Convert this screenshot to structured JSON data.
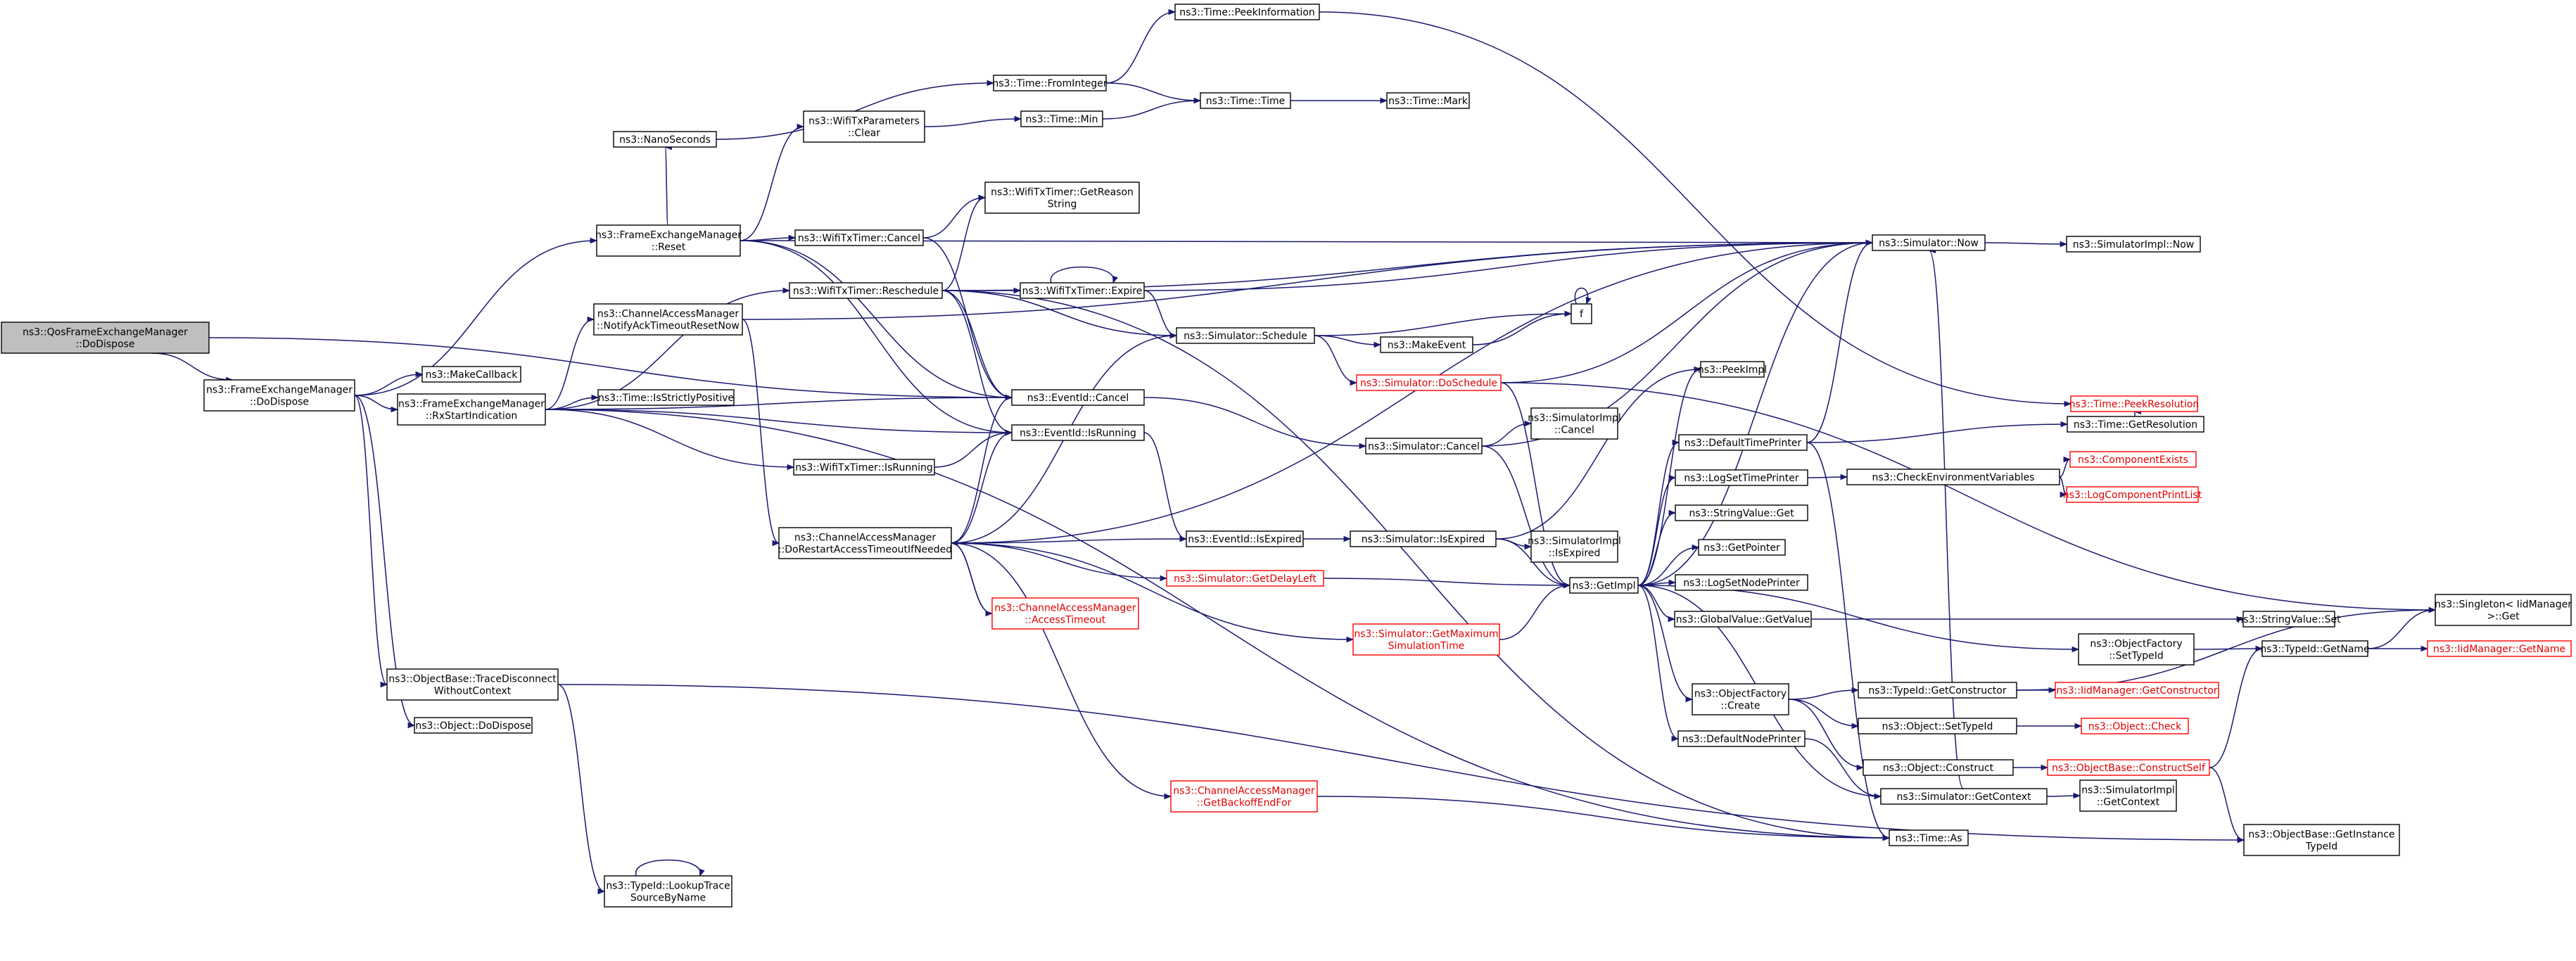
{
  "graph": {
    "colors": {
      "edge": "#191970",
      "root_fill": "#bfbfbf",
      "red_node": "#ff0000"
    },
    "nodes": [
      {
        "id": "n0",
        "lines": [
          "ns3::QosFrameExchangeManager",
          "::DoDispose"
        ],
        "root": true
      },
      {
        "id": "n1",
        "lines": [
          "ns3::FrameExchangeManager",
          "::DoDispose"
        ]
      },
      {
        "id": "n2",
        "lines": [
          "ns3::FrameExchangeManager",
          "::Reset"
        ]
      },
      {
        "id": "n3",
        "lines": [
          "ns3::MakeCallback"
        ]
      },
      {
        "id": "n4",
        "lines": [
          "ns3::FrameExchangeManager",
          "::RxStartIndication"
        ]
      },
      {
        "id": "n5",
        "lines": [
          "ns3::ObjectBase::TraceDisconnect",
          "WithoutContext"
        ]
      },
      {
        "id": "n6",
        "lines": [
          "ns3::Object::DoDispose"
        ]
      },
      {
        "id": "n7",
        "lines": [
          "ns3::NanoSeconds"
        ]
      },
      {
        "id": "n8",
        "lines": [
          "ns3::ChannelAccessManager",
          "::NotifyAckTimeoutResetNow"
        ]
      },
      {
        "id": "n9",
        "lines": [
          "ns3::Time::IsStrictlyPositive"
        ]
      },
      {
        "id": "n10",
        "lines": [
          "ns3::ChannelAccessManager",
          "::DoRestartAccessTimeoutIfNeeded"
        ]
      },
      {
        "id": "n11",
        "lines": [
          "ns3::TypeId::LookupTrace",
          "SourceByName"
        ]
      },
      {
        "id": "n12",
        "lines": [
          "ns3::WifiTxParameters",
          "::Clear"
        ]
      },
      {
        "id": "n13",
        "lines": [
          "ns3::WifiTxTimer::Cancel"
        ]
      },
      {
        "id": "n14",
        "lines": [
          "ns3::WifiTxTimer::Reschedule"
        ]
      },
      {
        "id": "n15",
        "lines": [
          "ns3::WifiTxTimer::IsRunning"
        ]
      },
      {
        "id": "n16",
        "lines": [
          "ns3::Time::PeekInformation"
        ]
      },
      {
        "id": "n17",
        "lines": [
          "ns3::Time::FromInteger"
        ]
      },
      {
        "id": "n18",
        "lines": [
          "ns3::Time::Min"
        ]
      },
      {
        "id": "n19",
        "lines": [
          "ns3::WifiTxTimer::GetReason",
          "String"
        ]
      },
      {
        "id": "n20",
        "lines": [
          "ns3::WifiTxTimer::Expire"
        ]
      },
      {
        "id": "n21",
        "lines": [
          "ns3::EventId::Cancel"
        ]
      },
      {
        "id": "n22",
        "lines": [
          "ns3::EventId::IsRunning"
        ]
      },
      {
        "id": "n23",
        "lines": [
          "ns3::ChannelAccessManager",
          "::AccessTimeout"
        ],
        "red": true
      },
      {
        "id": "n24",
        "lines": [
          "ns3::ChannelAccessManager",
          "::GetBackoffEndFor"
        ],
        "red": true
      },
      {
        "id": "n25",
        "lines": [
          "ns3::Time::Time"
        ]
      },
      {
        "id": "n26",
        "lines": [
          "ns3::Simulator::Schedule"
        ]
      },
      {
        "id": "n27",
        "lines": [
          "ns3::EventId::IsExpired"
        ]
      },
      {
        "id": "n28",
        "lines": [
          "ns3::Simulator::GetDelayLeft"
        ],
        "red": true
      },
      {
        "id": "n29",
        "lines": [
          "ns3::Time::Mark"
        ]
      },
      {
        "id": "n30",
        "lines": [
          "ns3::MakeEvent"
        ]
      },
      {
        "id": "n31",
        "lines": [
          "ns3::Simulator::DoSchedule"
        ],
        "red": true
      },
      {
        "id": "n32",
        "lines": [
          "ns3::Simulator::Cancel"
        ]
      },
      {
        "id": "n33",
        "lines": [
          "ns3::Simulator::IsExpired"
        ]
      },
      {
        "id": "n34",
        "lines": [
          "ns3::Simulator::GetMaximum",
          "SimulationTime"
        ],
        "red": true
      },
      {
        "id": "n35",
        "lines": [
          "f"
        ]
      },
      {
        "id": "n36",
        "lines": [
          "ns3::SimulatorImpl",
          "::Cancel"
        ]
      },
      {
        "id": "n37",
        "lines": [
          "ns3::SimulatorImpl",
          "::IsExpired"
        ]
      },
      {
        "id": "n38",
        "lines": [
          "ns3::GetImpl"
        ]
      },
      {
        "id": "n39",
        "lines": [
          "ns3::Simulator::Now"
        ]
      },
      {
        "id": "n40",
        "lines": [
          "ns3::PeekImpl"
        ]
      },
      {
        "id": "n41",
        "lines": [
          "ns3::DefaultTimePrinter"
        ]
      },
      {
        "id": "n42",
        "lines": [
          "ns3::LogSetTimePrinter"
        ]
      },
      {
        "id": "n43",
        "lines": [
          "ns3::StringValue::Get"
        ]
      },
      {
        "id": "n44",
        "lines": [
          "ns3::GetPointer"
        ]
      },
      {
        "id": "n45",
        "lines": [
          "ns3::LogSetNodePrinter"
        ]
      },
      {
        "id": "n46",
        "lines": [
          "ns3::GlobalValue::GetValue"
        ]
      },
      {
        "id": "n47",
        "lines": [
          "ns3::ObjectFactory",
          "::Create"
        ]
      },
      {
        "id": "n48",
        "lines": [
          "ns3::DefaultNodePrinter"
        ]
      },
      {
        "id": "n49",
        "lines": [
          "ns3::Simulator::GetContext"
        ]
      },
      {
        "id": "n50",
        "lines": [
          "ns3::Time::As"
        ]
      },
      {
        "id": "n51",
        "lines": [
          "ns3::SimulatorImpl::Now"
        ]
      },
      {
        "id": "n52",
        "lines": [
          "ns3::Time::GetResolution"
        ]
      },
      {
        "id": "n53",
        "lines": [
          "ns3::CheckEnvironmentVariables"
        ]
      },
      {
        "id": "n54",
        "lines": [
          "ns3::StringValue::Set"
        ]
      },
      {
        "id": "n55",
        "lines": [
          "ns3::ObjectFactory",
          "::SetTypeId"
        ]
      },
      {
        "id": "n56",
        "lines": [
          "ns3::TypeId::GetConstructor"
        ]
      },
      {
        "id": "n57",
        "lines": [
          "ns3::Object::SetTypeId"
        ]
      },
      {
        "id": "n58",
        "lines": [
          "ns3::Object::Construct"
        ]
      },
      {
        "id": "n59",
        "lines": [
          "ns3::SimulatorImpl",
          "::GetContext"
        ]
      },
      {
        "id": "n60",
        "lines": [
          "ns3::Time::PeekResolution"
        ],
        "red": true
      },
      {
        "id": "n61",
        "lines": [
          "ns3::ComponentExists"
        ],
        "red": true
      },
      {
        "id": "n62",
        "lines": [
          "ns3::LogComponentPrintList"
        ],
        "red": true
      },
      {
        "id": "n63",
        "lines": [
          "ns3::TypeId::GetName"
        ]
      },
      {
        "id": "n64",
        "lines": [
          "ns3::IidManager::GetConstructor"
        ],
        "red": true
      },
      {
        "id": "n65",
        "lines": [
          "ns3::Object::Check"
        ],
        "red": true
      },
      {
        "id": "n66",
        "lines": [
          "ns3::ObjectBase::ConstructSelf"
        ],
        "red": true
      },
      {
        "id": "n67",
        "lines": [
          "ns3::Singleton< IidManager",
          " >::Get"
        ]
      },
      {
        "id": "n68",
        "lines": [
          "ns3::IidManager::GetName"
        ],
        "red": true
      },
      {
        "id": "n69",
        "lines": [
          "ns3::ObjectBase::GetInstance",
          "TypeId"
        ]
      }
    ],
    "edges": [
      [
        "n0",
        "n1"
      ],
      [
        "n0",
        "n21"
      ],
      [
        "n1",
        "n2"
      ],
      [
        "n1",
        "n3"
      ],
      [
        "n1",
        "n4"
      ],
      [
        "n1",
        "n5"
      ],
      [
        "n1",
        "n6"
      ],
      [
        "n2",
        "n7"
      ],
      [
        "n2",
        "n12"
      ],
      [
        "n2",
        "n13"
      ],
      [
        "n2",
        "n39"
      ],
      [
        "n2",
        "n21"
      ],
      [
        "n2",
        "n22"
      ],
      [
        "n4",
        "n8"
      ],
      [
        "n4",
        "n9"
      ],
      [
        "n4",
        "n14"
      ],
      [
        "n4",
        "n15"
      ],
      [
        "n4",
        "n21"
      ],
      [
        "n4",
        "n22"
      ],
      [
        "n4",
        "n50"
      ],
      [
        "n5",
        "n11"
      ],
      [
        "n5",
        "n69"
      ],
      [
        "n11",
        "n11"
      ],
      [
        "n7",
        "n17"
      ],
      [
        "n8",
        "n10"
      ],
      [
        "n8",
        "n39"
      ],
      [
        "n10",
        "n21"
      ],
      [
        "n10",
        "n22"
      ],
      [
        "n10",
        "n23"
      ],
      [
        "n10",
        "n24"
      ],
      [
        "n10",
        "n26"
      ],
      [
        "n10",
        "n27"
      ],
      [
        "n10",
        "n28"
      ],
      [
        "n10",
        "n34"
      ],
      [
        "n10",
        "n39"
      ],
      [
        "n23",
        "n10"
      ],
      [
        "n12",
        "n18"
      ],
      [
        "n13",
        "n19"
      ],
      [
        "n13",
        "n21"
      ],
      [
        "n14",
        "n19"
      ],
      [
        "n14",
        "n20"
      ],
      [
        "n14",
        "n21"
      ],
      [
        "n14",
        "n22"
      ],
      [
        "n14",
        "n26"
      ],
      [
        "n14",
        "n39"
      ],
      [
        "n14",
        "n50"
      ],
      [
        "n15",
        "n22"
      ],
      [
        "n17",
        "n16"
      ],
      [
        "n17",
        "n25"
      ],
      [
        "n18",
        "n25"
      ],
      [
        "n25",
        "n29"
      ],
      [
        "n16",
        "n60"
      ],
      [
        "n20",
        "n20"
      ],
      [
        "n20",
        "n26"
      ],
      [
        "n20",
        "n39"
      ],
      [
        "n21",
        "n32"
      ],
      [
        "n22",
        "n27"
      ],
      [
        "n27",
        "n33"
      ],
      [
        "n26",
        "n30"
      ],
      [
        "n26",
        "n31"
      ],
      [
        "n26",
        "n35"
      ],
      [
        "n30",
        "n35"
      ],
      [
        "n35",
        "n35"
      ],
      [
        "n31",
        "n38"
      ],
      [
        "n31",
        "n39"
      ],
      [
        "n31",
        "n67"
      ],
      [
        "n32",
        "n36"
      ],
      [
        "n32",
        "n38"
      ],
      [
        "n32",
        "n39"
      ],
      [
        "n33",
        "n37"
      ],
      [
        "n33",
        "n38"
      ],
      [
        "n33",
        "n40"
      ],
      [
        "n28",
        "n38"
      ],
      [
        "n34",
        "n38"
      ],
      [
        "n24",
        "n50"
      ],
      [
        "n38",
        "n39"
      ],
      [
        "n38",
        "n40"
      ],
      [
        "n38",
        "n41"
      ],
      [
        "n38",
        "n42"
      ],
      [
        "n38",
        "n43"
      ],
      [
        "n38",
        "n44"
      ],
      [
        "n38",
        "n45"
      ],
      [
        "n38",
        "n46"
      ],
      [
        "n38",
        "n47"
      ],
      [
        "n38",
        "n48"
      ],
      [
        "n38",
        "n55"
      ],
      [
        "n38",
        "n49"
      ],
      [
        "n39",
        "n51"
      ],
      [
        "n41",
        "n52"
      ],
      [
        "n41",
        "n50"
      ],
      [
        "n41",
        "n39"
      ],
      [
        "n42",
        "n53"
      ],
      [
        "n53",
        "n61"
      ],
      [
        "n53",
        "n62"
      ],
      [
        "n46",
        "n54"
      ],
      [
        "n47",
        "n56"
      ],
      [
        "n47",
        "n57"
      ],
      [
        "n47",
        "n58"
      ],
      [
        "n48",
        "n49"
      ],
      [
        "n49",
        "n59"
      ],
      [
        "n49",
        "n39"
      ],
      [
        "n52",
        "n60"
      ],
      [
        "n55",
        "n63"
      ],
      [
        "n56",
        "n64"
      ],
      [
        "n56",
        "n67"
      ],
      [
        "n57",
        "n65"
      ],
      [
        "n58",
        "n66"
      ],
      [
        "n66",
        "n63"
      ],
      [
        "n66",
        "n69"
      ],
      [
        "n63",
        "n67"
      ],
      [
        "n63",
        "n68"
      ]
    ]
  }
}
